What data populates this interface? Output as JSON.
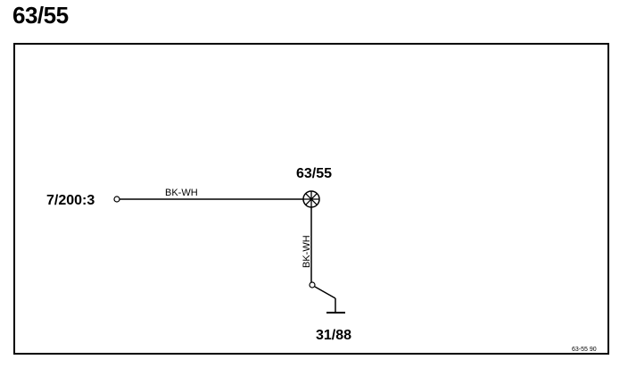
{
  "page": {
    "title": "63/55"
  },
  "diagram": {
    "connector_label": "7/200:3",
    "component_label": "63/55",
    "wire_horizontal": "BK-WH",
    "wire_vertical": "BK-WH",
    "ground_label": "31/88",
    "figure_ref": "63-55 90"
  }
}
